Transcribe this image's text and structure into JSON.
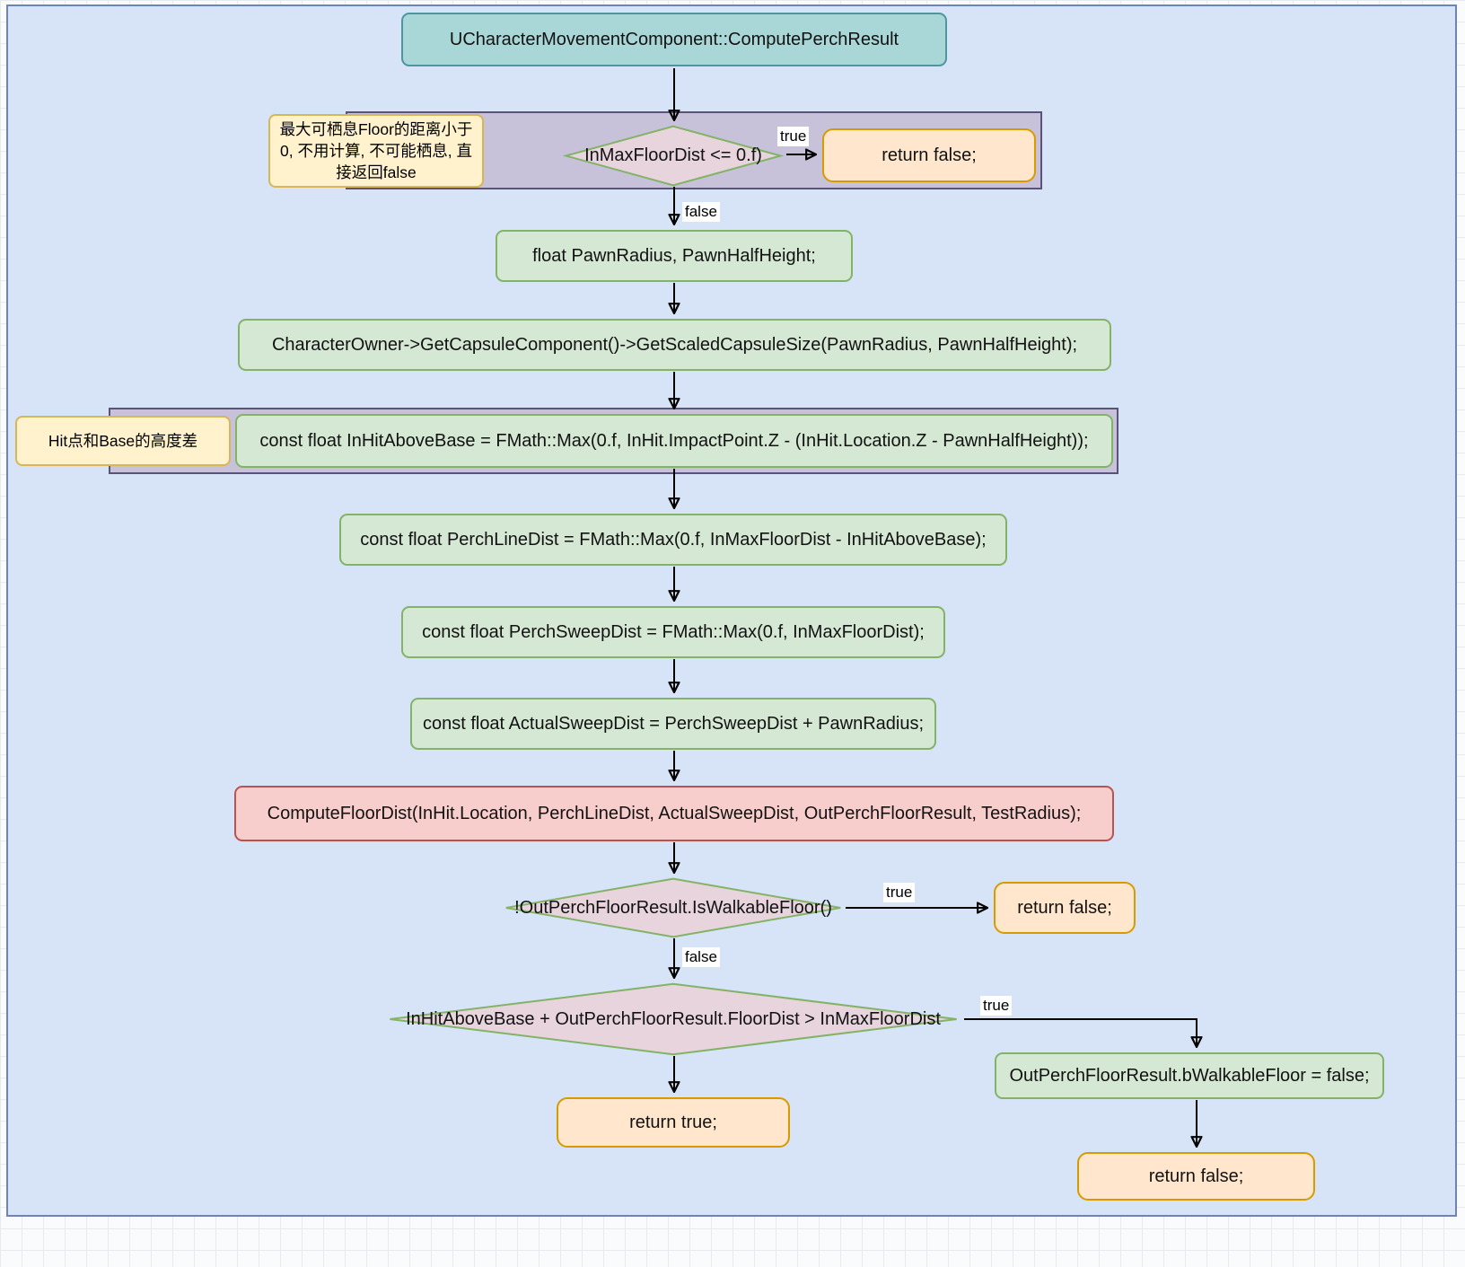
{
  "diagram": {
    "nodes": {
      "title": "UCharacterMovementComponent::ComputePerchResult",
      "note_max_floor": "最大可栖息Floor的距离小于0, 不用计算, 不可能栖息, 直接返回false",
      "note_hit_base": "Hit点和Base的高度差",
      "decision1": "InMaxFloorDist <= 0.f)",
      "decision2": "!OutPerchFloorResult.IsWalkableFloor()",
      "decision3": "InHitAboveBase + OutPerchFloorResult.FloorDist > InMaxFloorDist",
      "process1": "float PawnRadius, PawnHalfHeight;",
      "process2": "CharacterOwner->GetCapsuleComponent()->GetScaledCapsuleSize(PawnRadius, PawnHalfHeight);",
      "process3": "const float InHitAboveBase = FMath::Max(0.f, InHit.ImpactPoint.Z - (InHit.Location.Z - PawnHalfHeight));",
      "process4": "const float PerchLineDist = FMath::Max(0.f, InMaxFloorDist - InHitAboveBase);",
      "process5": "const float PerchSweepDist = FMath::Max(0.f, InMaxFloorDist);",
      "process6": "const float ActualSweepDist = PerchSweepDist + PawnRadius;",
      "process7": "ComputeFloorDist(InHit.Location, PerchLineDist, ActualSweepDist, OutPerchFloorResult, TestRadius);",
      "process8": "OutPerchFloorResult.bWalkableFloor = false;",
      "return_false_1": "return false;",
      "return_false_2": "return false;",
      "return_true": "return true;",
      "return_false_3": "return false;"
    },
    "edge_labels": {
      "d1_true": "true",
      "d1_false": "false",
      "d2_true": "true",
      "d2_false": "false",
      "d3_true": "true"
    },
    "colors": {
      "canvas_background": "#d7e3f6",
      "canvas_border": "#6d84b8",
      "start_fill": "#a9d6d6",
      "start_border": "#4d969e",
      "process_fill": "#d5e8d4",
      "process_border": "#82b366",
      "call_fill": "#f8cecc",
      "call_border": "#b85450",
      "terminal_fill": "#ffe6cc",
      "terminal_border": "#d79b00",
      "decision_fill": "#e7d4dd",
      "decision_border": "#82b366",
      "group_fill": "#c7c2d9",
      "group_border": "#595379",
      "note_fill": "#fff2cc",
      "note_border": "#d6b656",
      "arrow_color": "#000000"
    }
  }
}
